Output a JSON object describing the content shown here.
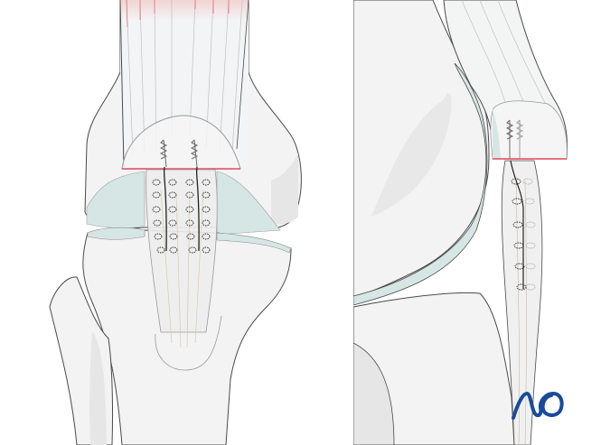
{
  "figure": {
    "left_panel": {
      "view": "anterior knee view",
      "content": "patellar tendon sutured to patella with two anchors"
    },
    "right_panel": {
      "view": "lateral knee view",
      "content": "patellar tendon sutured to patella with anchors"
    }
  },
  "colors": {
    "bone_fill": "#f3f3f3",
    "bone_shadow": "#e6e6e6",
    "outline": "#4a4a4a",
    "cartilage": "#d6e6e4",
    "cut_line": "#e0485a",
    "logo": "#1a4a9a",
    "tendon_fiber": "#c8c2b8"
  },
  "logo": {
    "text": "AO"
  }
}
